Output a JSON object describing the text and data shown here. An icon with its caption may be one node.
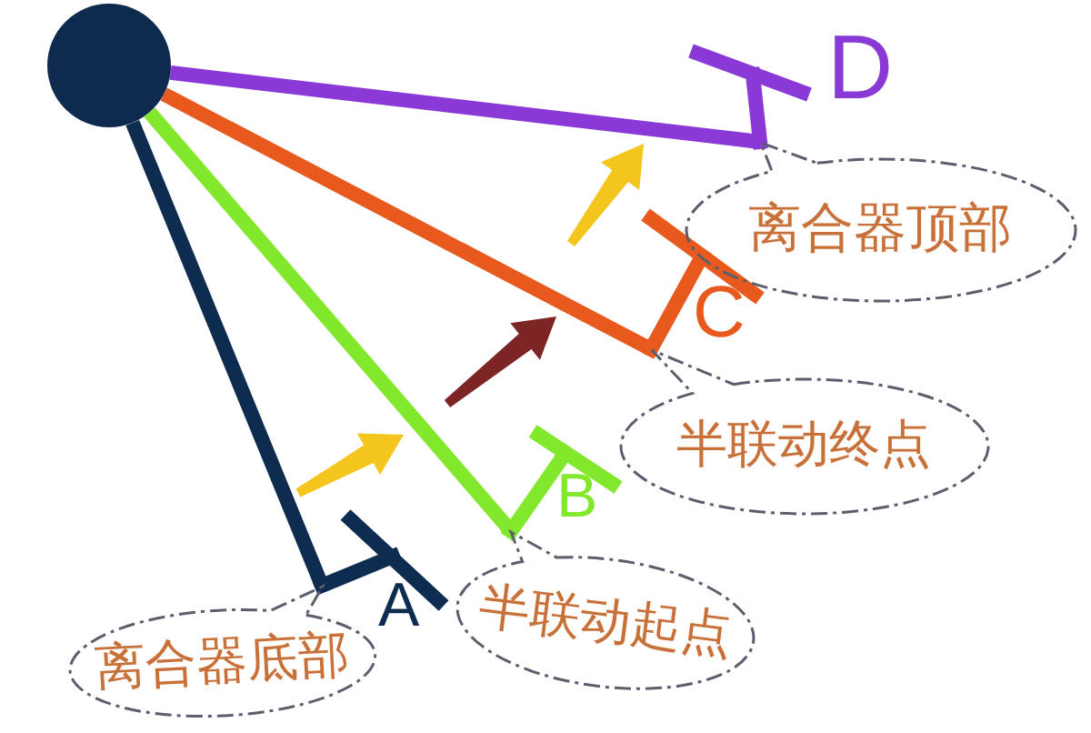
{
  "diagram": {
    "nodes": [
      {
        "text": [],
        "shape": "circle"
      },
      {
        "text": [
          "离合器顶部"
        ]
      },
      {
        "text": [
          "半联动终点"
        ]
      },
      {
        "text": [
          "半联动起点"
        ]
      },
      {
        "text": [
          "离合器底部"
        ]
      }
    ],
    "edges": [
      {
        "from": 0,
        "to": 1,
        "arrow": "other",
        "color": "#8a38d6"
      },
      {
        "from": 0,
        "to": 2,
        "arrow": "other",
        "color": "#e8591e"
      },
      {
        "from": 0,
        "to": 3,
        "arrow": "other",
        "color": "#82e82c"
      },
      {
        "from": 0,
        "to": 4,
        "arrow": "other",
        "color": "#0e2b50"
      }
    ],
    "labels": [
      "D",
      "C",
      "B",
      "A"
    ]
  }
}
